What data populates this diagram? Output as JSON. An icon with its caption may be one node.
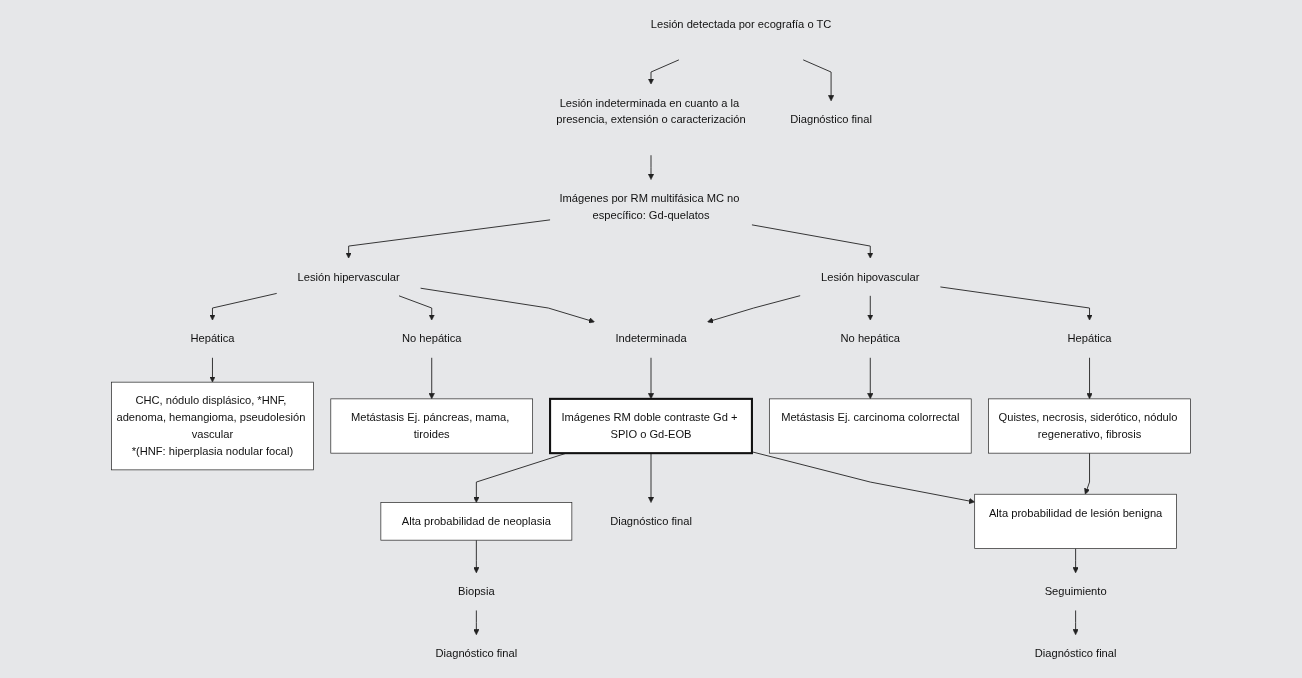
{
  "diagram": {
    "nodes": [
      {
        "text": [
          "Lesión detectada por ecografía o TC"
        ]
      },
      {
        "text": [
          "Lesión indeterminada en cuanto a la presencia, extensión o caracterización"
        ]
      },
      {
        "text": [
          "Diagnóstico final"
        ]
      },
      {
        "text": [
          "Imágenes por RM multifásica MC no específico: Gd-quelatos"
        ]
      },
      {
        "text": [
          "Lesión hipervascular"
        ]
      },
      {
        "text": [
          "Lesión hipovascular"
        ]
      },
      {
        "text": [
          "Hepática"
        ]
      },
      {
        "text": [
          "No hepática"
        ]
      },
      {
        "text": [
          "Indeterminada"
        ]
      },
      {
        "text": [
          "No hepática"
        ]
      },
      {
        "text": [
          "Hepática"
        ]
      },
      {
        "text": [
          "CHC, nódulo displásico, *HNF, adenoma, hemangioma, pseudolesión vascular",
          "*(HNF: hiperplasia nodular focal)"
        ]
      },
      {
        "text": [
          "Metástasis Ej. páncreas, mama, tiroides"
        ]
      },
      {
        "text": [
          "Imágenes RM doble contraste Gd + SPIO o Gd-EOB"
        ]
      },
      {
        "text": [
          "Metástasis Ej. carcinoma colorrectal"
        ]
      },
      {
        "text": [
          "Quistes, necrosis, siderótico, nódulo regenerativo, fibrosis"
        ]
      },
      {
        "text": [
          "Alta probabilidad de neoplasia"
        ]
      },
      {
        "text": [
          "Alta probabilidad de lesión benigna"
        ]
      },
      {
        "text": [
          "Biopsia"
        ]
      },
      {
        "text": [
          "Diagnóstico final"
        ]
      },
      {
        "text": [
          "Diagnóstico final"
        ]
      },
      {
        "text": [
          "Seguimiento"
        ]
      },
      {
        "text": [
          "Diagnóstico final"
        ]
      }
    ],
    "edges": [
      {
        "from": 0,
        "to": 1,
        "arrow": "to"
      },
      {
        "from": 0,
        "to": 2,
        "arrow": "to"
      },
      {
        "from": 1,
        "to": 3,
        "arrow": "to"
      },
      {
        "from": 3,
        "to": 4,
        "arrow": "to"
      },
      {
        "from": 3,
        "to": 5,
        "arrow": "to"
      },
      {
        "from": 4,
        "to": 6,
        "arrow": "to"
      },
      {
        "from": 4,
        "to": 7,
        "arrow": "to"
      },
      {
        "from": 4,
        "to": 8,
        "arrow": "to"
      },
      {
        "from": 5,
        "to": 8,
        "arrow": "to"
      },
      {
        "from": 5,
        "to": 9,
        "arrow": "to"
      },
      {
        "from": 5,
        "to": 10,
        "arrow": "to"
      },
      {
        "from": 6,
        "to": 11,
        "arrow": "to"
      },
      {
        "from": 7,
        "to": 12,
        "arrow": "to"
      },
      {
        "from": 8,
        "to": 13,
        "arrow": "to"
      },
      {
        "from": 9,
        "to": 14,
        "arrow": "to"
      },
      {
        "from": 10,
        "to": 15,
        "arrow": "to"
      },
      {
        "from": 13,
        "to": 16,
        "arrow": "to"
      },
      {
        "from": 13,
        "to": 20,
        "arrow": "to"
      },
      {
        "from": 13,
        "to": 17,
        "arrow": "to"
      },
      {
        "from": 15,
        "to": 17,
        "arrow": "to"
      },
      {
        "from": 16,
        "to": 18,
        "arrow": "to"
      },
      {
        "from": 18,
        "to": 19,
        "arrow": "to"
      },
      {
        "from": 17,
        "to": 21,
        "arrow": "to"
      },
      {
        "from": 21,
        "to": 22,
        "arrow": "to"
      }
    ]
  }
}
